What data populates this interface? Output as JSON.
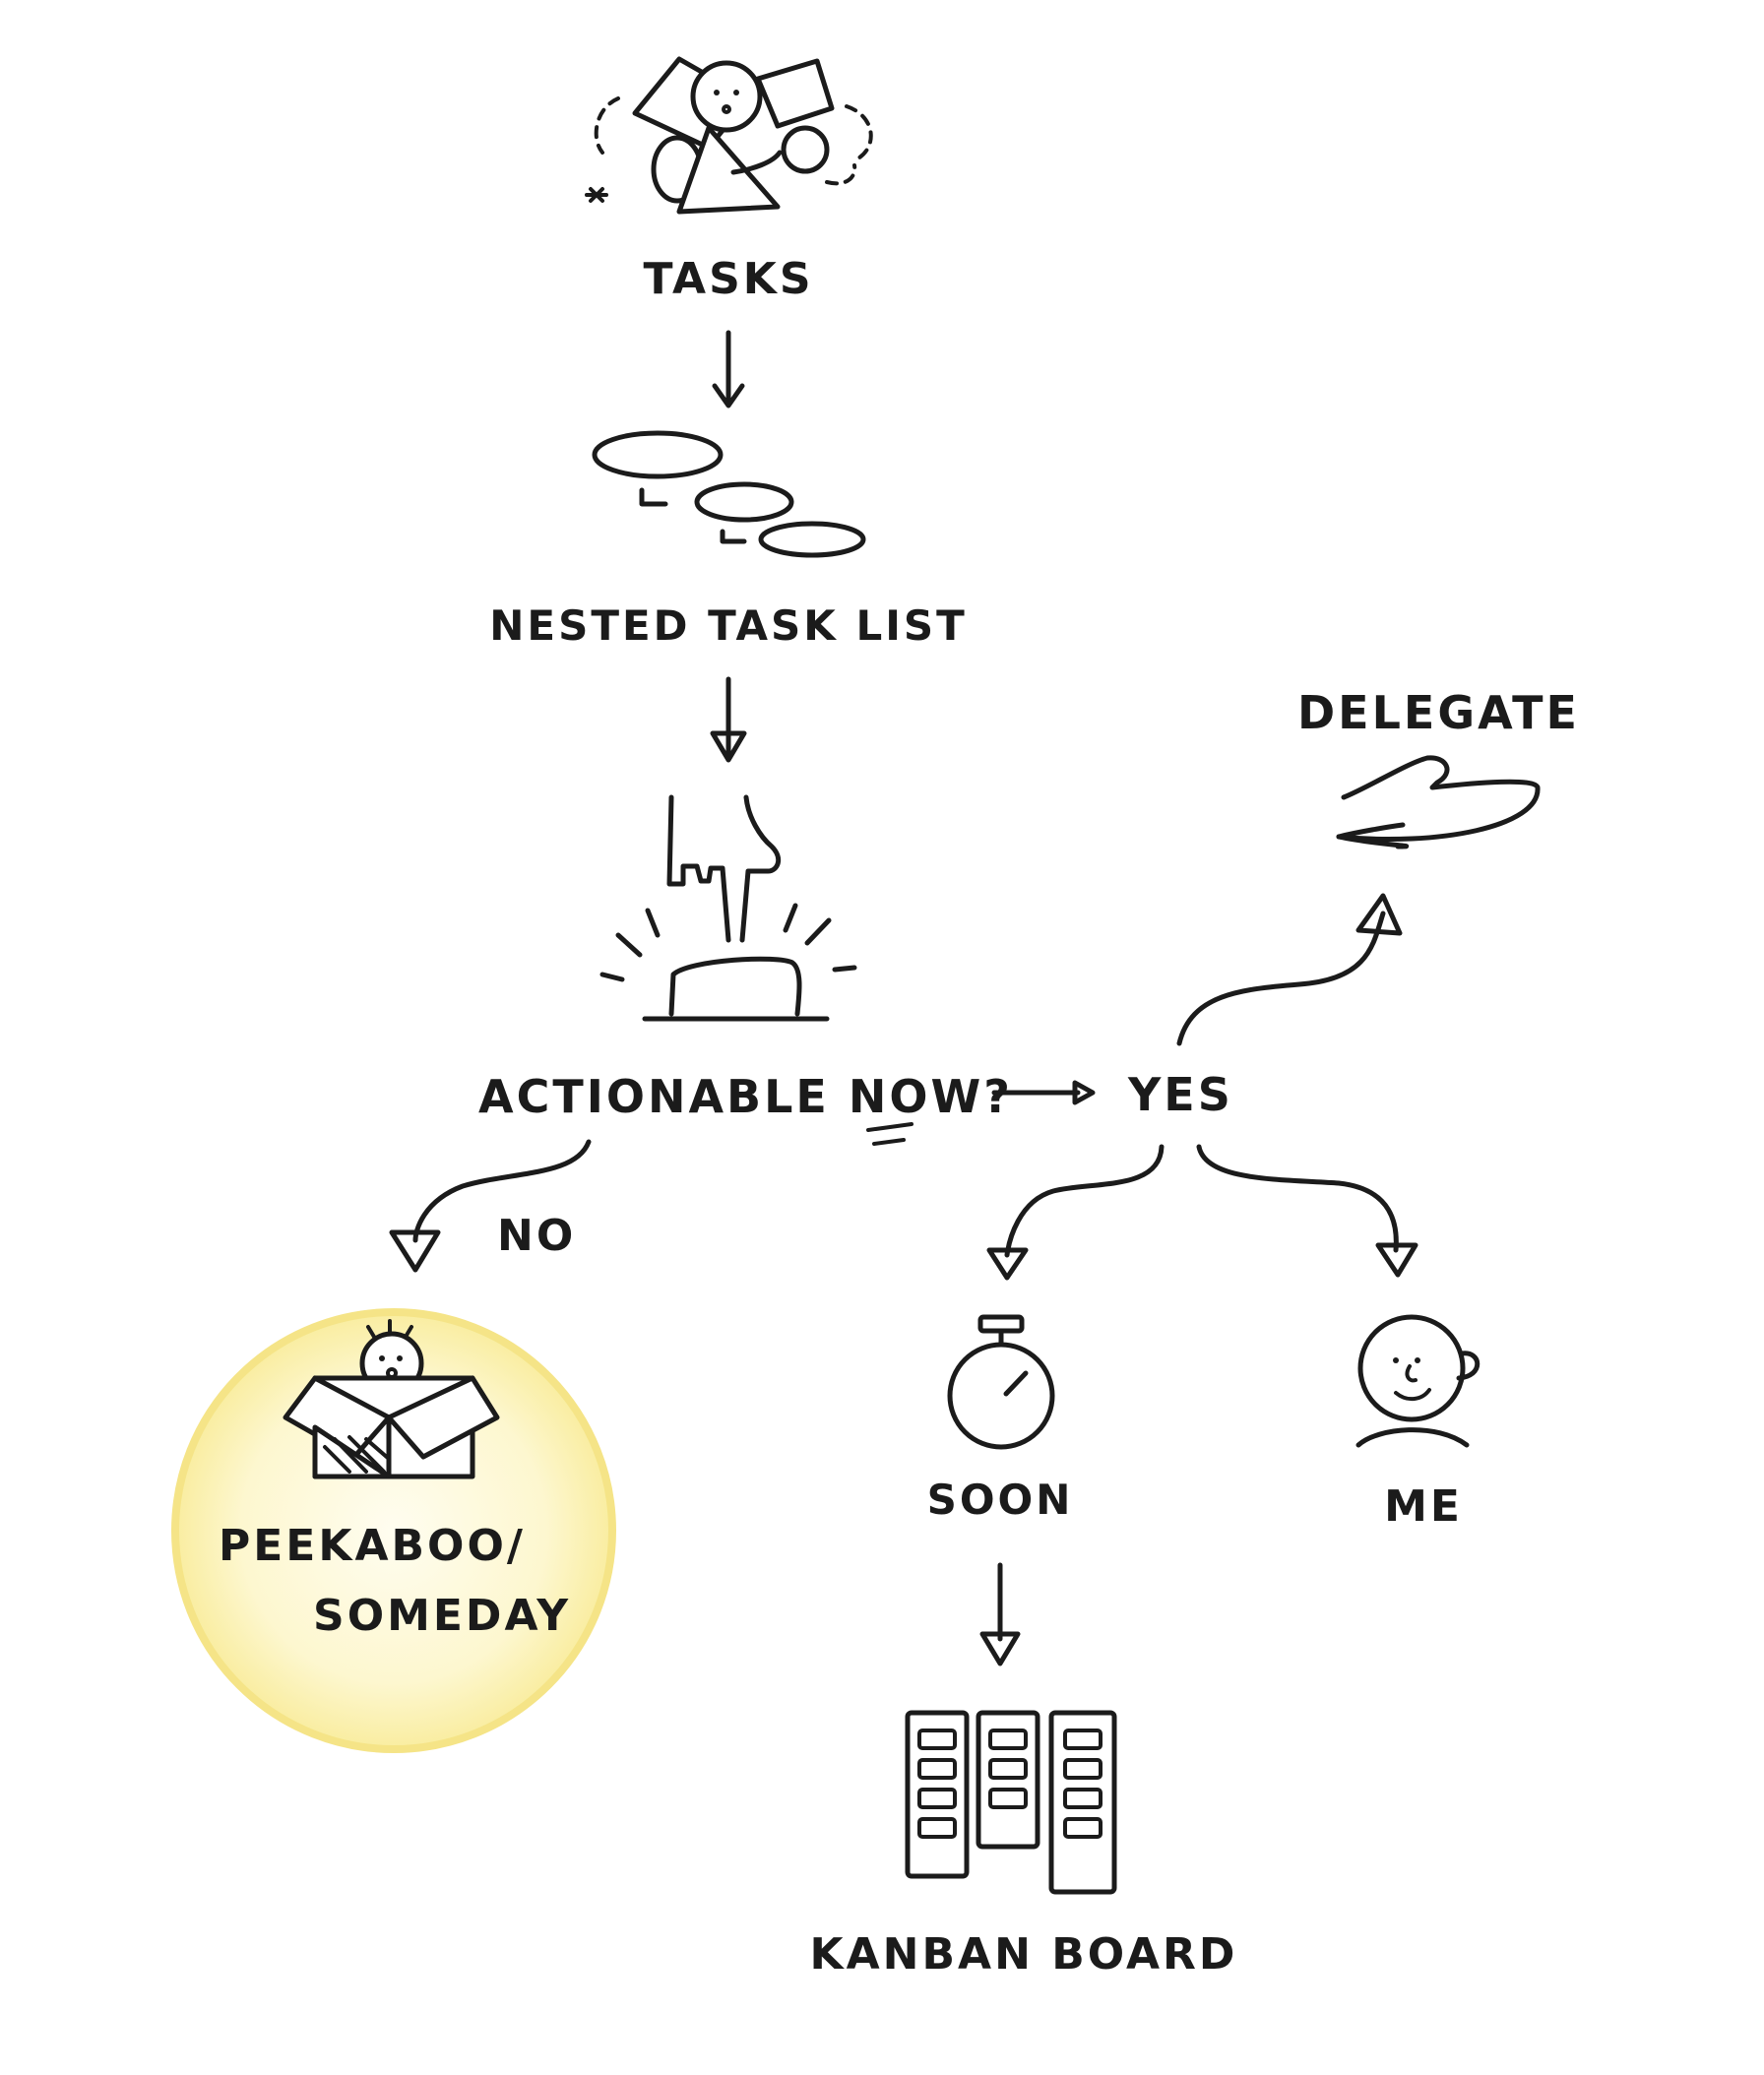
{
  "nodes": {
    "tasks": {
      "label": "TASKS",
      "icon": "tasks-pile-icon"
    },
    "nested": {
      "label": "NESTED TASK LIST",
      "icon": "nested-list-icon"
    },
    "question": {
      "label": "ACTIONABLE NOW?",
      "icon": "push-button-icon"
    },
    "yes": {
      "label": "YES"
    },
    "no": {
      "label": "NO"
    },
    "delegate": {
      "label": "DELEGATE",
      "icon": "hand-icon"
    },
    "someday": {
      "line1": "PEEKABOO/",
      "line2": "SOMEDAY",
      "icon": "box-peek-icon",
      "highlight_color": "#f6e27a"
    },
    "soon": {
      "label": "SOON",
      "icon": "stopwatch-icon"
    },
    "me": {
      "label": "ME",
      "icon": "person-icon"
    },
    "kanban": {
      "label": "KANBAN BOARD",
      "icon": "kanban-board-icon"
    }
  }
}
